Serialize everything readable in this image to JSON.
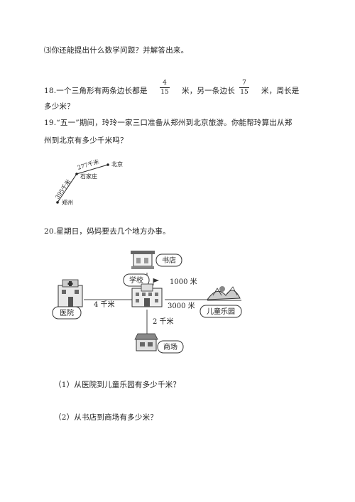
{
  "q17_3": "⑶你还能提出什么数学问题？并解答出来。",
  "q18": {
    "prefix": "18.一个三角形有两条边长都是",
    "frac1": {
      "num": "4",
      "den": "15"
    },
    "mid": "米，另一条边长",
    "frac2": {
      "num": "7",
      "den": "15"
    },
    "suffix": "米，周长是",
    "line2": "多少米？"
  },
  "q19": {
    "line1": "19.“五一”期间，玲玲一家三口准备从郑州到北京旅游。你能帮玲算出从郑",
    "line2": "州到北京有多少千米吗？",
    "map": {
      "beijing": "北京",
      "shijiazhuang": "石家庄",
      "zhengzhou": "郑州",
      "dist_upper": "277千米",
      "dist_lower": "395千米"
    }
  },
  "q20": {
    "title": "20.星期日，妈妈要去几个地方办事。",
    "places": {
      "bookstore": "书店",
      "school": "学校",
      "hospital": "医院",
      "park": "儿童乐园",
      "mall": "商场"
    },
    "distances": {
      "hospital_school": "4 千米",
      "school_bookstore": "1000 米",
      "school_park": "3000 米",
      "school_mall": "2 千米"
    },
    "sub1": "（1）从医院到儿童乐园有多少千米？",
    "sub2": "（2）从书店到商场有多少米？"
  }
}
